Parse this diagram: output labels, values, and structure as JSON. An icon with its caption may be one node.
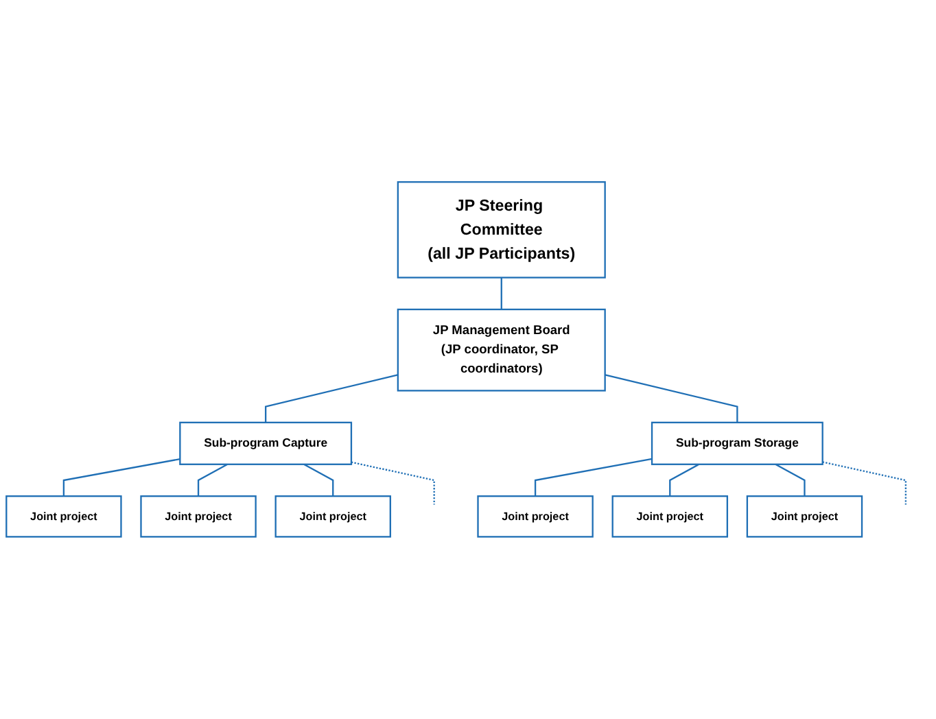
{
  "diagram": {
    "nodes": [
      {
        "text": [
          "JP Steering Committee",
          "(all JP Participants)"
        ]
      },
      {
        "text": [
          "JP Management Board",
          "(JP coordinator, SP coordinators)"
        ]
      },
      {
        "text": [
          "Sub-program Capture"
        ]
      },
      {
        "text": [
          "Sub-program Storage"
        ]
      },
      {
        "text": [
          "Joint project"
        ]
      },
      {
        "text": [
          "Joint project"
        ]
      },
      {
        "text": [
          "Joint project"
        ]
      },
      {
        "text": [
          "Joint project"
        ]
      },
      {
        "text": [
          "Joint project"
        ]
      },
      {
        "text": [
          "Joint project"
        ]
      }
    ],
    "edges": [
      {
        "from": 0,
        "to": 1,
        "arrow": "none"
      },
      {
        "from": 1,
        "to": 2,
        "arrow": "none"
      },
      {
        "from": 1,
        "to": 3,
        "arrow": "none"
      },
      {
        "from": 2,
        "to": 4,
        "arrow": "none"
      },
      {
        "from": 2,
        "to": 5,
        "arrow": "none"
      },
      {
        "from": 2,
        "to": 6,
        "arrow": "none"
      },
      {
        "from": 2,
        "to": null,
        "arrow": "none",
        "style": "dashed"
      },
      {
        "from": 3,
        "to": 7,
        "arrow": "none"
      },
      {
        "from": 3,
        "to": 8,
        "arrow": "none"
      },
      {
        "from": 3,
        "to": 9,
        "arrow": "none"
      },
      {
        "from": 3,
        "to": null,
        "arrow": "none",
        "style": "dashed"
      }
    ]
  }
}
